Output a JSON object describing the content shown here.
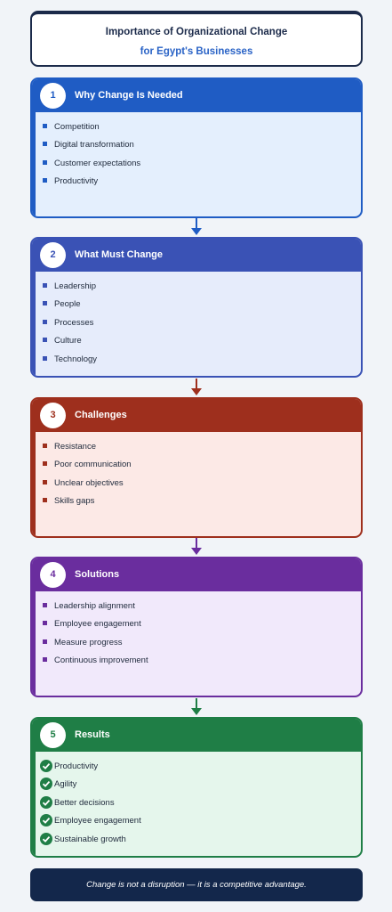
{
  "title": {
    "main": "Importance of Organizational Change",
    "sub": "for Egypt's Businesses"
  },
  "steps": [
    {
      "number": "1",
      "title": "Why Change Is Needed",
      "color": "#1f5cc4",
      "bg": "#e4effd",
      "items": [
        "Competition",
        "Digital transformation",
        "Customer expectations",
        "Productivity"
      ]
    },
    {
      "number": "2",
      "title": "What Must Change",
      "color": "#3a52b5",
      "bg": "#e6ecfb",
      "items": [
        "Leadership",
        "People",
        "Processes",
        "Culture",
        "Technology"
      ]
    },
    {
      "number": "3",
      "title": "Challenges",
      "color": "#9e2f1d",
      "bg": "#fce9e6",
      "items": [
        "Resistance",
        "Poor communication",
        "Unclear objectives",
        "Skills gaps"
      ]
    },
    {
      "number": "4",
      "title": "Solutions",
      "color": "#6a2d9e",
      "bg": "#f1e9fb",
      "items": [
        "Leadership alignment",
        "Employee engagement",
        "Measure progress",
        "Continuous improvement"
      ]
    },
    {
      "number": "5",
      "title": "Results",
      "color": "#1f7e46",
      "bg": "#e5f6ec",
      "items": [
        "Productivity",
        "Agility",
        "Better decisions",
        "Employee engagement",
        "Sustainable growth"
      ]
    }
  ],
  "footer": "Change is not a disruption — it is a competitive advantage."
}
